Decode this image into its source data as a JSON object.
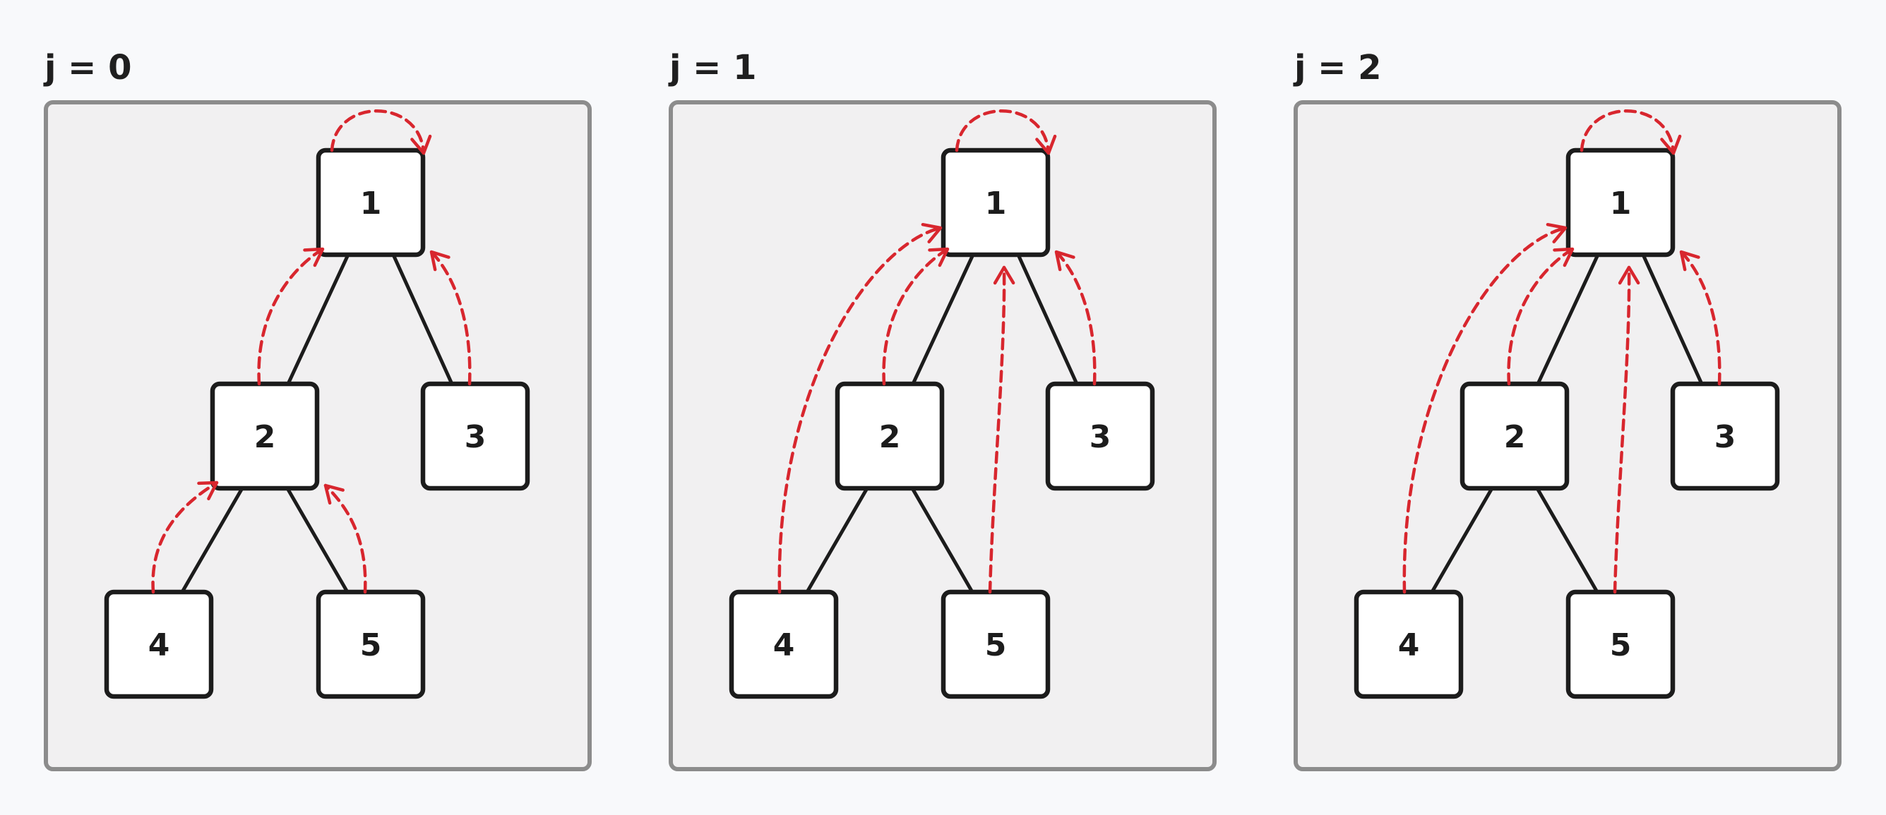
{
  "panels": [
    {
      "title": "j = 0",
      "nodes": [
        "1",
        "2",
        "3",
        "4",
        "5"
      ],
      "tree_edges": [
        [
          "1",
          "2"
        ],
        [
          "1",
          "3"
        ],
        [
          "2",
          "4"
        ],
        [
          "2",
          "5"
        ]
      ],
      "jump_pointers": [
        [
          "1",
          "1"
        ],
        [
          "2",
          "1"
        ],
        [
          "3",
          "1"
        ],
        [
          "4",
          "2"
        ],
        [
          "5",
          "2"
        ]
      ]
    },
    {
      "title": "j = 1",
      "nodes": [
        "1",
        "2",
        "3",
        "4",
        "5"
      ],
      "tree_edges": [
        [
          "1",
          "2"
        ],
        [
          "1",
          "3"
        ],
        [
          "2",
          "4"
        ],
        [
          "2",
          "5"
        ]
      ],
      "jump_pointers": [
        [
          "1",
          "1"
        ],
        [
          "2",
          "1"
        ],
        [
          "3",
          "1"
        ],
        [
          "4",
          "1"
        ],
        [
          "5",
          "1"
        ]
      ]
    },
    {
      "title": "j = 2",
      "nodes": [
        "1",
        "2",
        "3",
        "4",
        "5"
      ],
      "tree_edges": [
        [
          "1",
          "2"
        ],
        [
          "1",
          "3"
        ],
        [
          "2",
          "4"
        ],
        [
          "2",
          "5"
        ]
      ],
      "jump_pointers": [
        [
          "1",
          "1"
        ],
        [
          "2",
          "1"
        ],
        [
          "3",
          "1"
        ],
        [
          "4",
          "1"
        ],
        [
          "5",
          "1"
        ]
      ]
    }
  ],
  "colors": {
    "background": "#f8f9fb",
    "panel_fill": "#f1f0f1",
    "panel_border": "#8c8c8c",
    "node_fill": "#ffffff",
    "node_border": "#1c1c1c",
    "arrow": "#d8262e"
  }
}
